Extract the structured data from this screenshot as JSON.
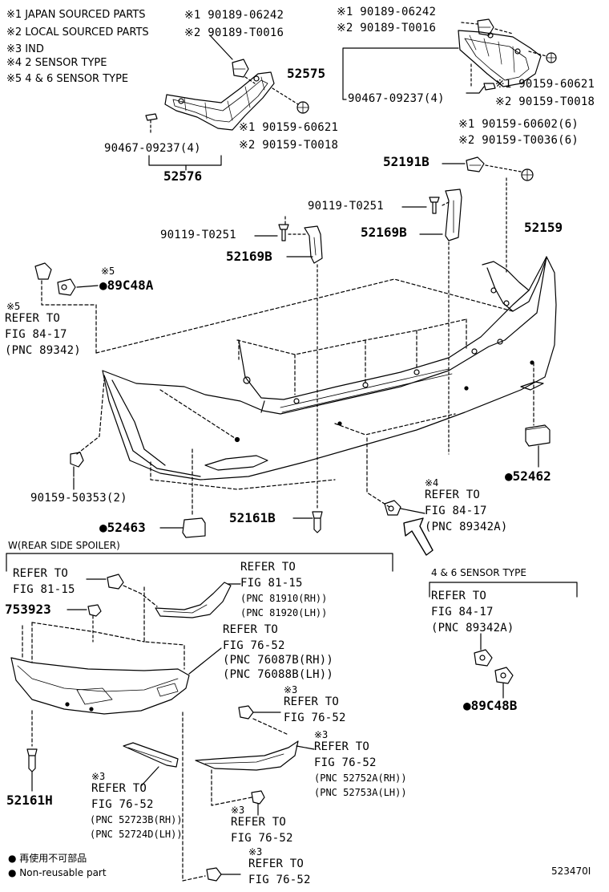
{
  "legend": {
    "l1": "※1 JAPAN SOURCED PARTS",
    "l2": "※2 LOCAL SOURCED PARTS",
    "l3": "※3 IND",
    "l4": "※4 2 SENSOR TYPE",
    "l5": "※5 4 & 6 SENSOR TYPE"
  },
  "labels": {
    "a1": "※1 90189-06242",
    "a2": "※2 90189-T0016",
    "b1": "※1 90189-06242",
    "b2": "※2 90189-T0016",
    "p52575": "52575",
    "b3": "90467-09237(4)",
    "b4": "※1 90159-60621",
    "b5": "※2 90159-T0018",
    "a3": "※1 90159-60621",
    "a4": "※2 90159-T0018",
    "a5": "90467-09237(4)",
    "p52576": "52576",
    "c1": "※1 90159-60602(6)",
    "c2": "※2 90159-T0036(6)",
    "p52191B": "52191B",
    "d1": "90119-T0251",
    "p52169B_r": "52169B",
    "p52159": "52159",
    "d2": "90119-T0251",
    "p52169B_l": "52169B",
    "e1": "※5",
    "p89C48A": "●89C48A",
    "e2": "※5",
    "e3": "REFER TO",
    "e4": "FIG 84-17",
    "e5": "(PNC 89342)",
    "f1": "90159-50353(2)",
    "p52462": "●52462",
    "p52463": "●52463",
    "p52161B": "52161B",
    "g1": "※4",
    "g2": "REFER TO",
    "g3": "FIG 84-17",
    "g4": "(PNC 89342A)",
    "h1": "W(REAR SIDE SPOILER)",
    "h2": "REFER TO",
    "h3": "FIG 81-15",
    "h4": "REFER TO",
    "h5": "FIG 81-15",
    "h6": "(PNC 81910(RH))",
    "h7": "(PNC 81920(LH))",
    "p753923": "753923",
    "h8": "REFER TO",
    "h9": "FIG 76-52",
    "h10": "(PNC 76087B(RH))",
    "h11": "(PNC 76088B(LH))",
    "i1": "※3",
    "i2": "REFER TO",
    "i3": "FIG 76-52",
    "i4": "※3",
    "i5": "REFER TO",
    "i6": "FIG 76-52",
    "i7": "(PNC 52752A(RH))",
    "i8": "(PNC 52753A(LH))",
    "p52161H": "52161H",
    "j1": "※3",
    "j2": "REFER TO",
    "j3": "FIG 76-52",
    "j4": "(PNC 52723B(RH))",
    "j5": "(PNC 52724D(LH))",
    "k1": "※3",
    "k2": "REFER TO",
    "k3": "FIG 76-52",
    "k4": "※3",
    "k5": "REFER TO",
    "k6": "FIG 76-52",
    "m1": "4 & 6 SENSOR TYPE",
    "m2": "REFER TO",
    "m3": "FIG 84-17",
    "m4": "(PNC 89342A)",
    "p89C48B": "●89C48B",
    "n1": "● 再使用不可部品",
    "n2": "● Non-reusable part",
    "ref": "523470I"
  }
}
